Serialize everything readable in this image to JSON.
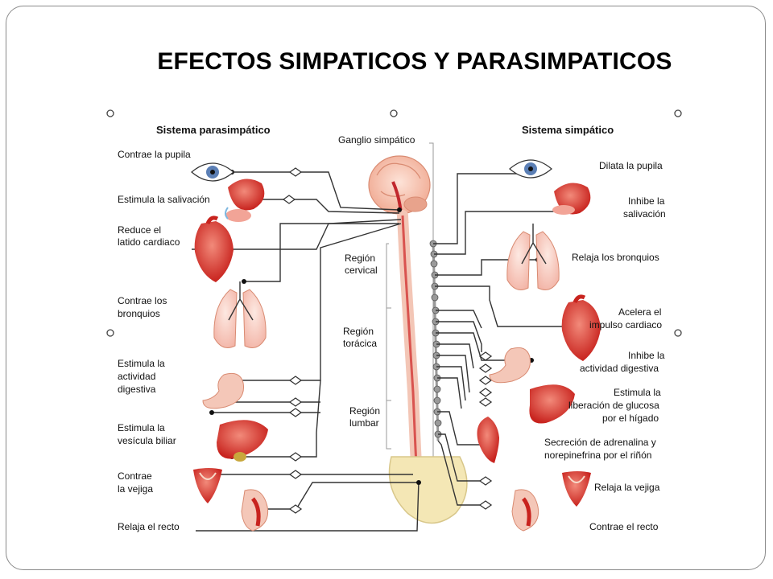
{
  "slide": {
    "title": "EFECTOS SIMPATICOS Y PARASIMPATICOS"
  },
  "diagram": {
    "parasympathetic": {
      "heading": "Sistema parasimpático",
      "effects": [
        {
          "line1": "Contrae la pupila",
          "line2": ""
        },
        {
          "line1": "Estimula la salivación",
          "line2": ""
        },
        {
          "line1": "Reduce el",
          "line2": "latido cardiaco"
        },
        {
          "line1": "Contrae los",
          "line2": "bronquios"
        },
        {
          "line1": "Estimula la",
          "line2": "actividad",
          "line3": "digestiva"
        },
        {
          "line1": "Estimula la",
          "line2": "vesícula biliar"
        },
        {
          "line1": "Contrae",
          "line2": "la vejiga"
        },
        {
          "line1": "Relaja el recto",
          "line2": ""
        }
      ]
    },
    "sympathetic": {
      "heading": "Sistema simpático",
      "effects": [
        {
          "line1": "Dilata la pupila",
          "line2": ""
        },
        {
          "line1": "Inhibe la",
          "line2": "salivación"
        },
        {
          "line1": "Relaja los bronquios",
          "line2": ""
        },
        {
          "line1": "Acelera el",
          "line2": "impulso cardiaco"
        },
        {
          "line1": "Inhibe la",
          "line2": "actividad digestiva"
        },
        {
          "line1": "Estimula la",
          "line2": "liberación de glucosa",
          "line3": "por el hígado"
        },
        {
          "line1": "Secreción de adrenalina y",
          "line2": "norepinefrina por el riñón"
        },
        {
          "line1": "Relaja la vejiga",
          "line2": ""
        },
        {
          "line1": "Contrae el recto",
          "line2": ""
        }
      ]
    },
    "center": {
      "ganglion": "Ganglio simpático",
      "regions": [
        {
          "line1": "Región",
          "line2": "cervical"
        },
        {
          "line1": "Región",
          "line2": "torácica"
        },
        {
          "line1": "Región",
          "line2": "lumbar"
        }
      ]
    },
    "colors": {
      "organ": "#d9302b",
      "organ_light": "#f4b8ac",
      "line": "#333333",
      "spine": "#c9c9c9",
      "text": "#111111"
    }
  }
}
